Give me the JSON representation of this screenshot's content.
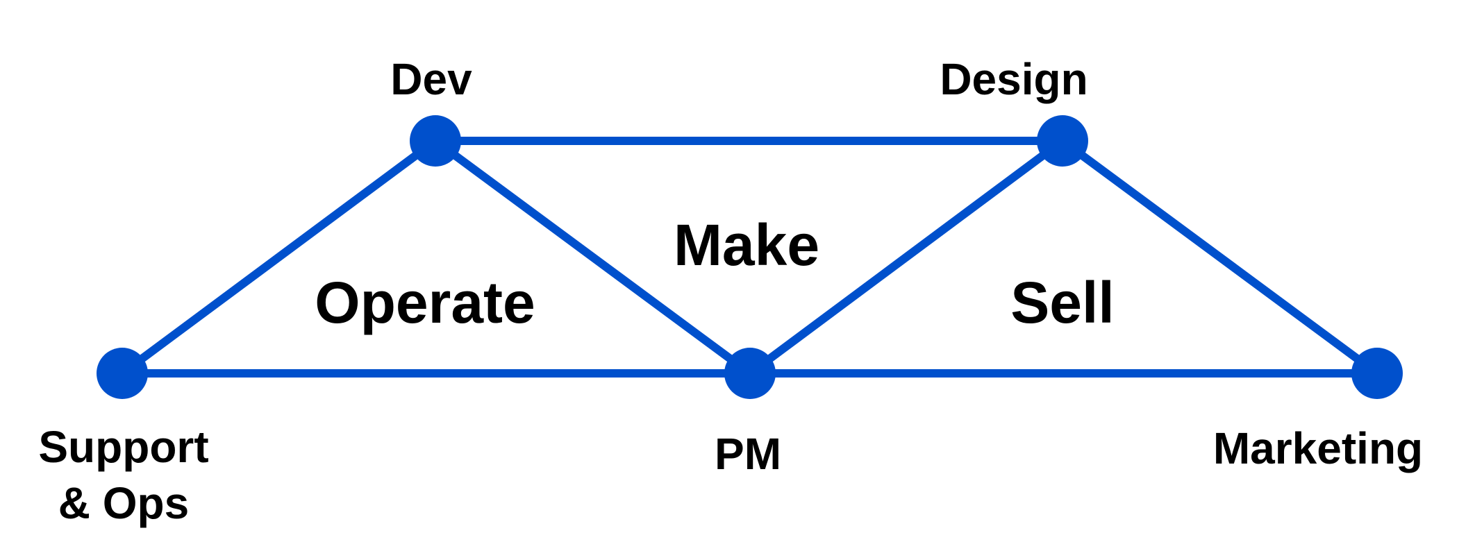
{
  "diagram": {
    "colors": {
      "accent": "#0050cc",
      "text": "#000000",
      "background": "#ffffff"
    },
    "nodes": {
      "dev": {
        "label": "Dev"
      },
      "design": {
        "label": "Design"
      },
      "support_ops": {
        "label_line1": "Support",
        "label_line2": "& Ops"
      },
      "pm": {
        "label": "PM"
      },
      "marketing": {
        "label": "Marketing"
      }
    },
    "regions": {
      "operate": "Operate",
      "make": "Make",
      "sell": "Sell"
    },
    "edges": [
      [
        "dev",
        "design"
      ],
      [
        "dev",
        "support_ops"
      ],
      [
        "dev",
        "pm"
      ],
      [
        "design",
        "pm"
      ],
      [
        "design",
        "marketing"
      ],
      [
        "support_ops",
        "pm"
      ],
      [
        "pm",
        "marketing"
      ]
    ]
  }
}
